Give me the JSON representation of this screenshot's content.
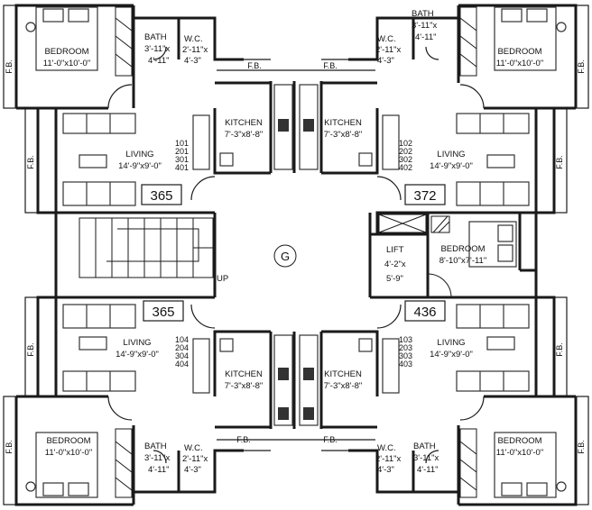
{
  "plan": {
    "colors": {
      "wall": "#1a1a1a",
      "furniture": "#333333",
      "background": "#ffffff",
      "lobby": "#ffffff"
    },
    "fb_label": "F.B.",
    "lobby_label": "G",
    "stair_label": "UP",
    "rooms": {
      "bedroom_tl": {
        "name": "BEDROOM",
        "size": "11'-0\"x10'-0\""
      },
      "bedroom_tr": {
        "name": "BEDROOM",
        "size": "11'-0\"x10'-0\""
      },
      "bedroom_bl": {
        "name": "BEDROOM",
        "size": "11'-0\"x10'-0\""
      },
      "bedroom_br": {
        "name": "BEDROOM",
        "size": "11'-0\"x10'-0\""
      },
      "bedroom_mid": {
        "name": "BEDROOM",
        "size": "8'-10\"x7'-11\""
      },
      "bath_tl": {
        "name": "BATH",
        "size1": "3'-11\"x",
        "size2": "4'-11\""
      },
      "bath_tr": {
        "name": "BATH",
        "size1": "3'-11\"x",
        "size2": "4'-11\""
      },
      "bath_bl": {
        "name": "BATH",
        "size1": "3'-11\"x",
        "size2": "4'-11\""
      },
      "bath_br": {
        "name": "BATH",
        "size1": "3'-11\"x",
        "size2": "4'-11\""
      },
      "wc_tl": {
        "name": "W.C.",
        "size1": "2'-11\"x",
        "size2": "4'-3\""
      },
      "wc_tr": {
        "name": "W.C.",
        "size1": "2'-11\"x",
        "size2": "4'-3\""
      },
      "wc_bl": {
        "name": "W.C.",
        "size1": "2'-11\"x",
        "size2": "4'-3\""
      },
      "wc_br": {
        "name": "W.C.",
        "size1": "2'-11\"x",
        "size2": "4'-3\""
      },
      "kitchen_tl": {
        "name": "KITCHEN",
        "size": "7'-3\"x8'-8\""
      },
      "kitchen_tr": {
        "name": "KITCHEN",
        "size": "7'-3\"x8'-8\""
      },
      "kitchen_bl": {
        "name": "KITCHEN",
        "size": "7'-3\"x8'-8\""
      },
      "kitchen_br": {
        "name": "KITCHEN",
        "size": "7'-3\"x8'-8\""
      },
      "living_tl": {
        "name": "LIVING",
        "size": "14'-9\"x9'-0\""
      },
      "living_tr": {
        "name": "LIVING",
        "size": "14'-9\"x9'-0\""
      },
      "living_bl": {
        "name": "LIVING",
        "size": "14'-9\"x9'-0\""
      },
      "living_br": {
        "name": "LIVING",
        "size": "14'-9\"x9'-0\""
      },
      "lift": {
        "name": "LIFT",
        "size1": "4'-2\"x",
        "size2": "5'-9\""
      }
    },
    "areas": {
      "tl": "365",
      "tr": "372",
      "bl": "365",
      "br": "436"
    },
    "flats": {
      "tl": [
        "101",
        "201",
        "301",
        "401"
      ],
      "tr": [
        "102",
        "202",
        "302",
        "402"
      ],
      "bl": [
        "104",
        "204",
        "304",
        "404"
      ],
      "br": [
        "103",
        "203",
        "303",
        "403"
      ]
    }
  }
}
